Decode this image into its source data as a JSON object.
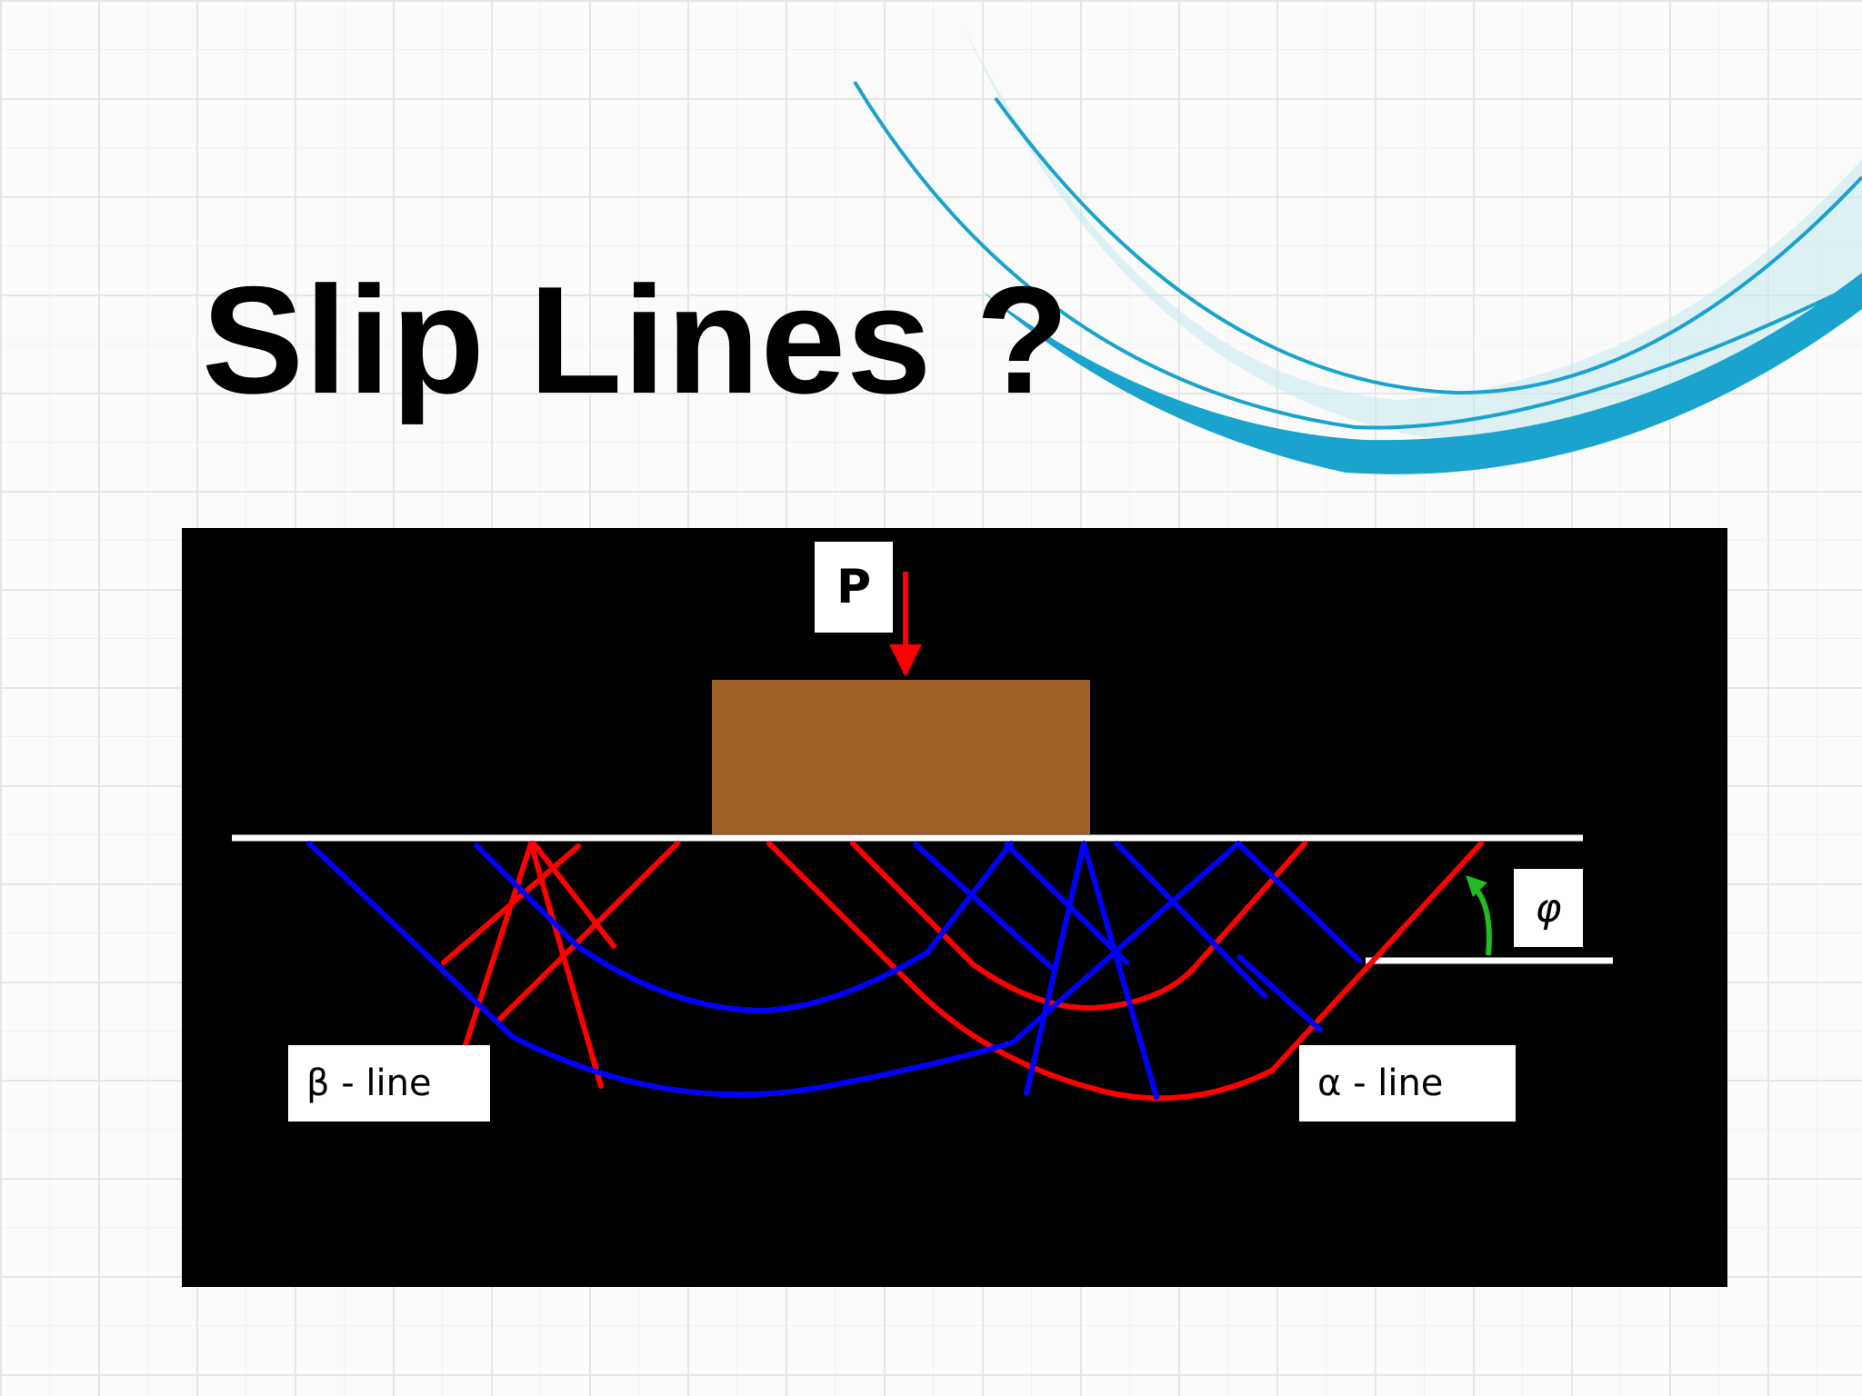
{
  "slide": {
    "title": "Slip Lines ?"
  },
  "diagram": {
    "labels": {
      "load": "P",
      "angle": "φ",
      "beta_line": "β - line",
      "alpha_line": "α - line"
    },
    "colors": {
      "background": "#000000",
      "footing": "#a05f25",
      "alpha_lines": "#ff0000",
      "beta_lines": "#0000ff",
      "surface": "#ffffff",
      "load_arrow": "#ff0000",
      "angle_arrow": "#22bb22",
      "swoosh_accent": "#1aa3cc"
    }
  }
}
